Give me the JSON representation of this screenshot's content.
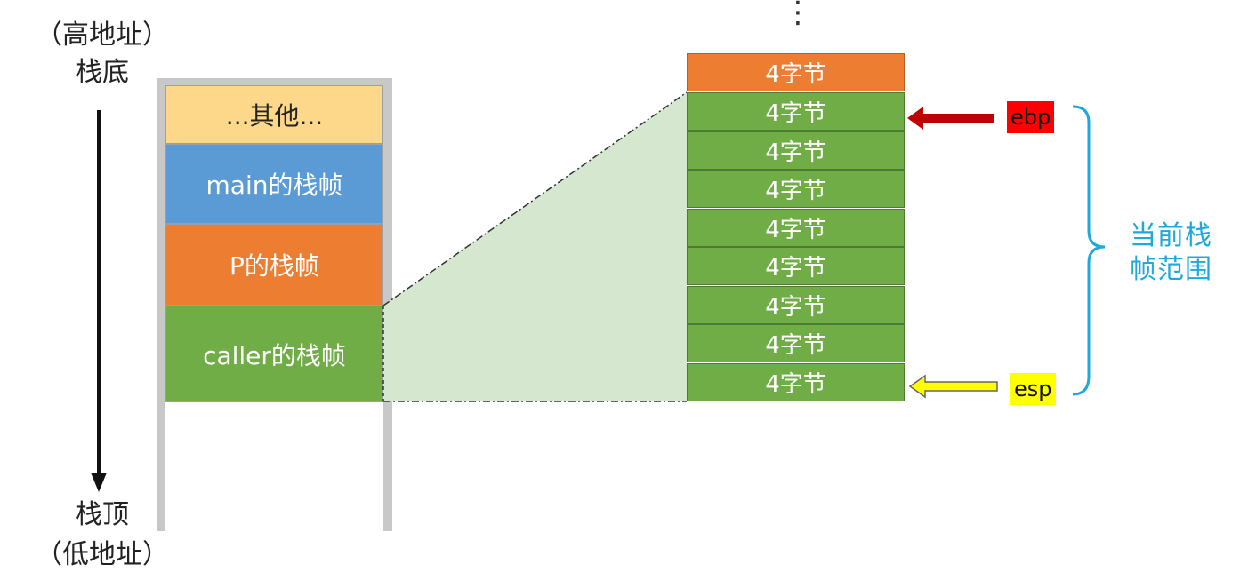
{
  "left_labels": {
    "top_line1": "（高地址）",
    "top_line2": "栈底",
    "bottom_line1": "栈顶",
    "bottom_line2": "（低地址）"
  },
  "stack_frames": [
    {
      "label": "...其他...",
      "color": "#fdd88a",
      "text_color": "#222222"
    },
    {
      "label": "main的栈帧",
      "color": "#5b9bd5",
      "text_color": "#ffffff"
    },
    {
      "label": "P的栈帧",
      "color": "#ed7d31",
      "text_color": "#ffffff"
    },
    {
      "label": "caller的栈帧",
      "color": "#70ad47",
      "text_color": "#ffffff"
    }
  ],
  "top_ellipsis": "⋮",
  "cells": {
    "top_cell": "4字节",
    "frame_cells": [
      "4字节",
      "4字节",
      "4字节",
      "4字节",
      "4字节",
      "4字节",
      "4字节",
      "4字节"
    ]
  },
  "registers": {
    "ebp": {
      "label": "ebp",
      "bg": "#ff0000",
      "arrow_color": "#c00000"
    },
    "esp": {
      "label": "esp",
      "bg": "#ffff00",
      "arrow_color": "#ffff00"
    }
  },
  "bracket": {
    "line1": "当前栈",
    "line2": "帧范围",
    "color": "#1ea8dc"
  }
}
